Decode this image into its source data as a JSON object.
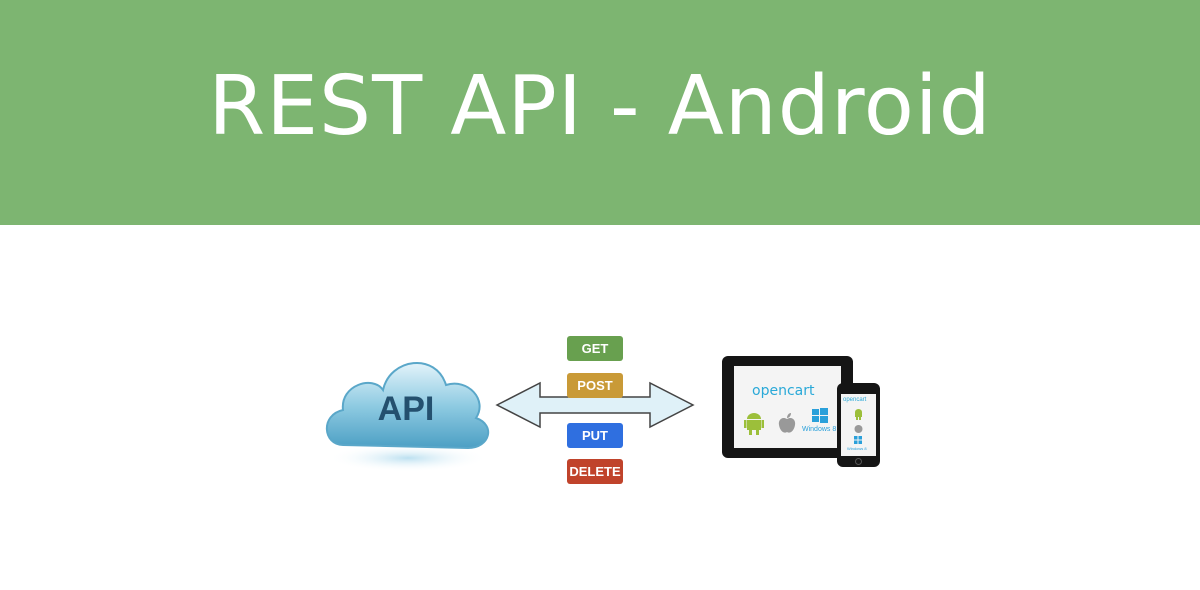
{
  "banner": {
    "title": "REST API - Android",
    "background": "#7db571"
  },
  "diagram": {
    "cloud_label": "API",
    "methods": [
      {
        "label": "GET",
        "color": "#68a04f"
      },
      {
        "label": "POST",
        "color": "#c99a37"
      },
      {
        "label": "PUT",
        "color": "#2f6fe0"
      },
      {
        "label": "DELETE",
        "color": "#c0432b"
      }
    ],
    "tablet_brand": "opencart",
    "tablet_platform_label": "Windows 8",
    "phone_brand": "opencart",
    "phone_platform_label": "Windows 8"
  }
}
